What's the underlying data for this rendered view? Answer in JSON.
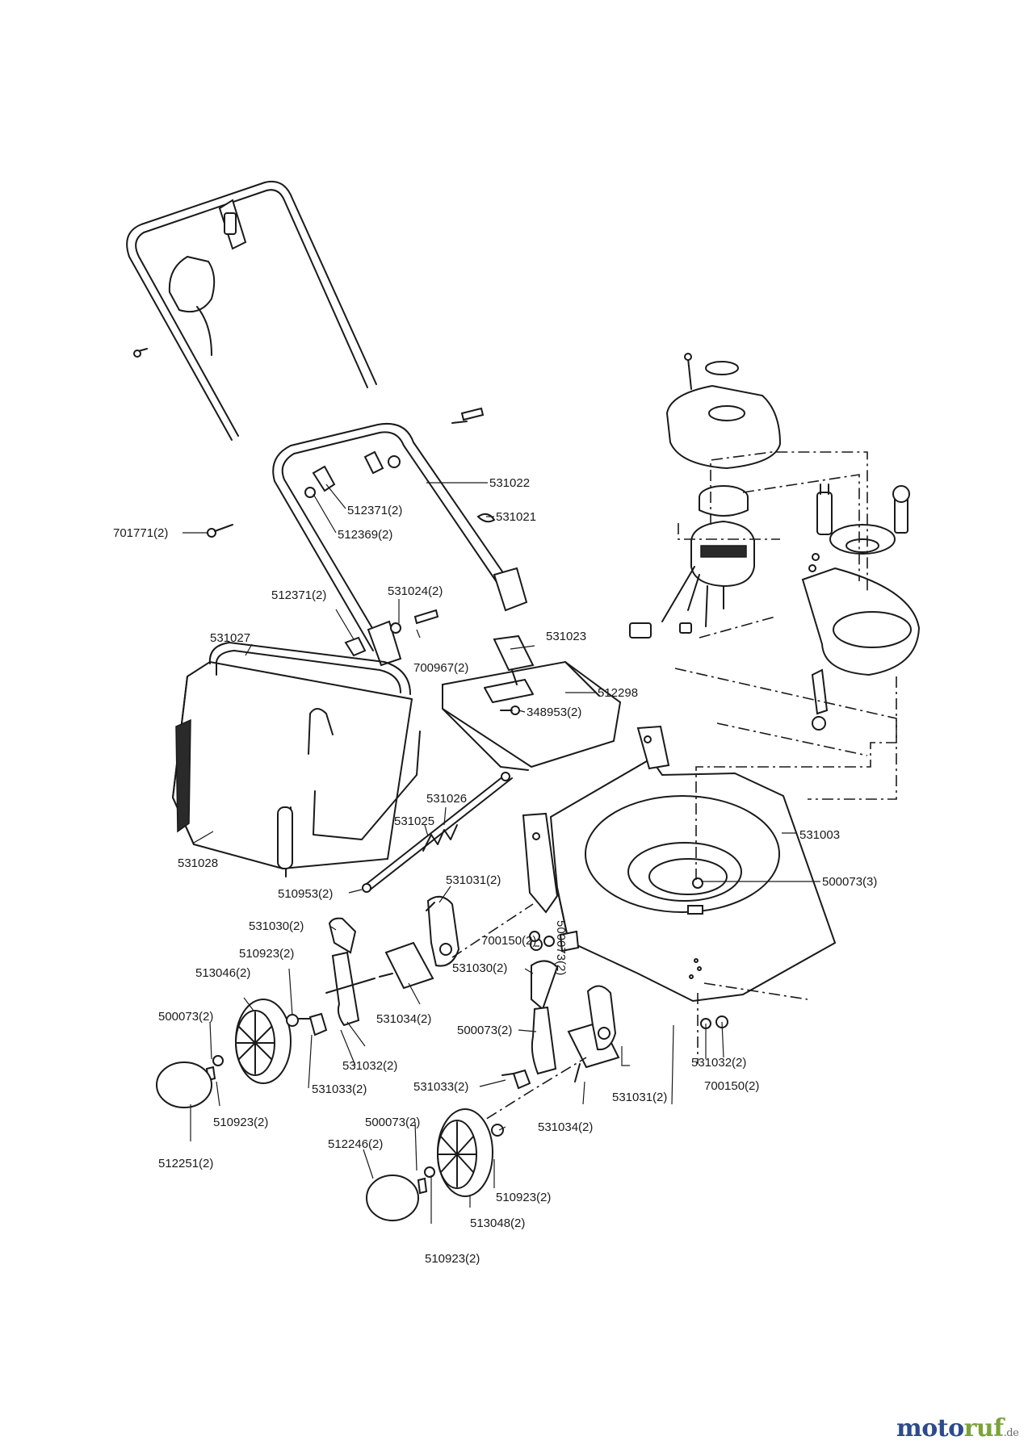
{
  "diagram": {
    "watermark": {
      "part1": "moto",
      "part2": "ruf",
      "suffix": ".de"
    },
    "labels": [
      {
        "id": "531022",
        "text": "531022"
      },
      {
        "id": "512371-a",
        "text": "512371(2)"
      },
      {
        "id": "531021",
        "text": "531021"
      },
      {
        "id": "701771",
        "text": "701771(2)"
      },
      {
        "id": "512369",
        "text": "512369(2)"
      },
      {
        "id": "512371-b",
        "text": "512371(2)"
      },
      {
        "id": "531024",
        "text": "531024(2)"
      },
      {
        "id": "531027",
        "text": "531027"
      },
      {
        "id": "531023",
        "text": "531023"
      },
      {
        "id": "700967",
        "text": "700967(2)"
      },
      {
        "id": "512298",
        "text": "512298"
      },
      {
        "id": "348953",
        "text": "348953(2)"
      },
      {
        "id": "531026",
        "text": "531026"
      },
      {
        "id": "531025",
        "text": "531025"
      },
      {
        "id": "531028",
        "text": "531028"
      },
      {
        "id": "531003",
        "text": "531003"
      },
      {
        "id": "500073-3",
        "text": "500073(3)"
      },
      {
        "id": "510953",
        "text": "510953(2)"
      },
      {
        "id": "531031-a",
        "text": "531031(2)"
      },
      {
        "id": "531030-a",
        "text": "531030(2)"
      },
      {
        "id": "510923-a",
        "text": "510923(2)"
      },
      {
        "id": "700150-a",
        "text": "700150(2)"
      },
      {
        "id": "500073-v",
        "text": "500073(2)"
      },
      {
        "id": "513046",
        "text": "513046(2)"
      },
      {
        "id": "531030-b",
        "text": "531030(2)"
      },
      {
        "id": "500073-a",
        "text": "500073(2)"
      },
      {
        "id": "531034-a",
        "text": "531034(2)"
      },
      {
        "id": "531032-b",
        "text": "531032(2)"
      },
      {
        "id": "500073-b",
        "text": "500073(2)"
      },
      {
        "id": "531032-a",
        "text": "531032(2)"
      },
      {
        "id": "531033-b",
        "text": "531033(2)"
      },
      {
        "id": "531033-a",
        "text": "531033(2)"
      },
      {
        "id": "700150-b",
        "text": "700150(2)"
      },
      {
        "id": "531031-b",
        "text": "531031(2)"
      },
      {
        "id": "510923-b",
        "text": "510923(2)"
      },
      {
        "id": "500073-c",
        "text": "500073(2)"
      },
      {
        "id": "531034-b",
        "text": "531034(2)"
      },
      {
        "id": "512246",
        "text": "512246(2)"
      },
      {
        "id": "512251",
        "text": "512251(2)"
      },
      {
        "id": "510923-c",
        "text": "510923(2)"
      },
      {
        "id": "513048",
        "text": "513048(2)"
      },
      {
        "id": "510923-d",
        "text": "510923(2)"
      }
    ]
  }
}
